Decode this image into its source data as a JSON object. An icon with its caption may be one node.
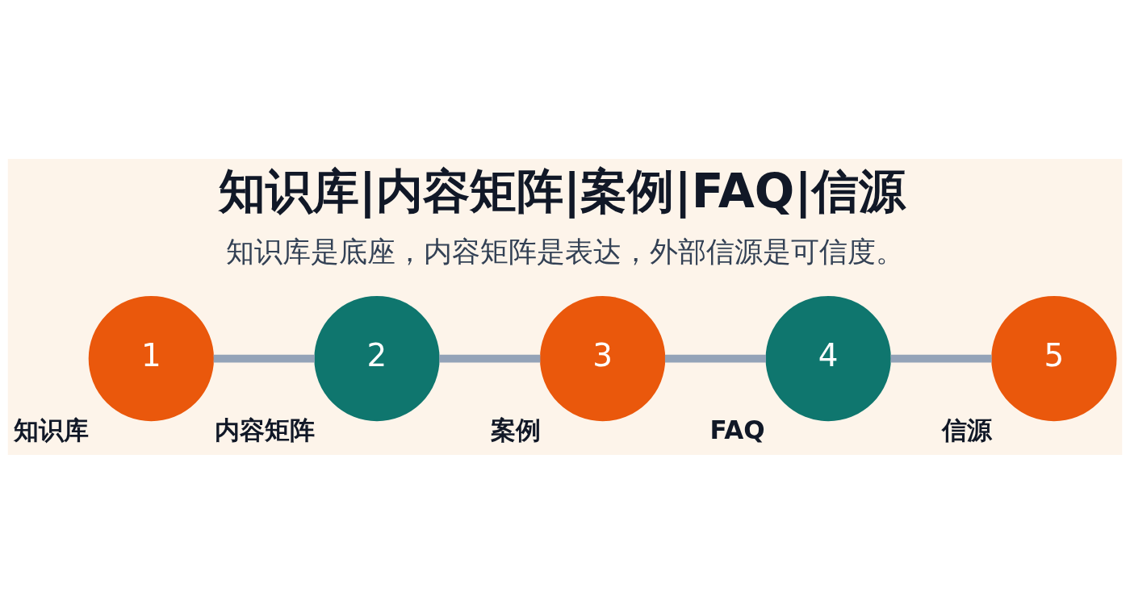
{
  "diagram": {
    "title": "知识库|内容矩阵|案例|FAQ|信源",
    "caption": "知识库是底座，内容矩阵是表达，外部信源是可信度。",
    "nodes": [
      {
        "text": [
          "1"
        ],
        "beside": [
          "知识库"
        ]
      },
      {
        "text": [
          "2"
        ],
        "beside": [
          "内容矩阵"
        ]
      },
      {
        "text": [
          "3"
        ],
        "beside": [
          "案例"
        ]
      },
      {
        "text": [
          "4"
        ],
        "beside": [
          "FAQ"
        ]
      },
      {
        "text": [
          "5"
        ],
        "beside": [
          "信源"
        ]
      }
    ],
    "edges": [
      {
        "from": 0,
        "to": 1,
        "arrow": "none"
      },
      {
        "from": 1,
        "to": 2,
        "arrow": "none"
      },
      {
        "from": 2,
        "to": 3,
        "arrow": "none"
      },
      {
        "from": 3,
        "to": 4,
        "arrow": "none"
      }
    ]
  }
}
